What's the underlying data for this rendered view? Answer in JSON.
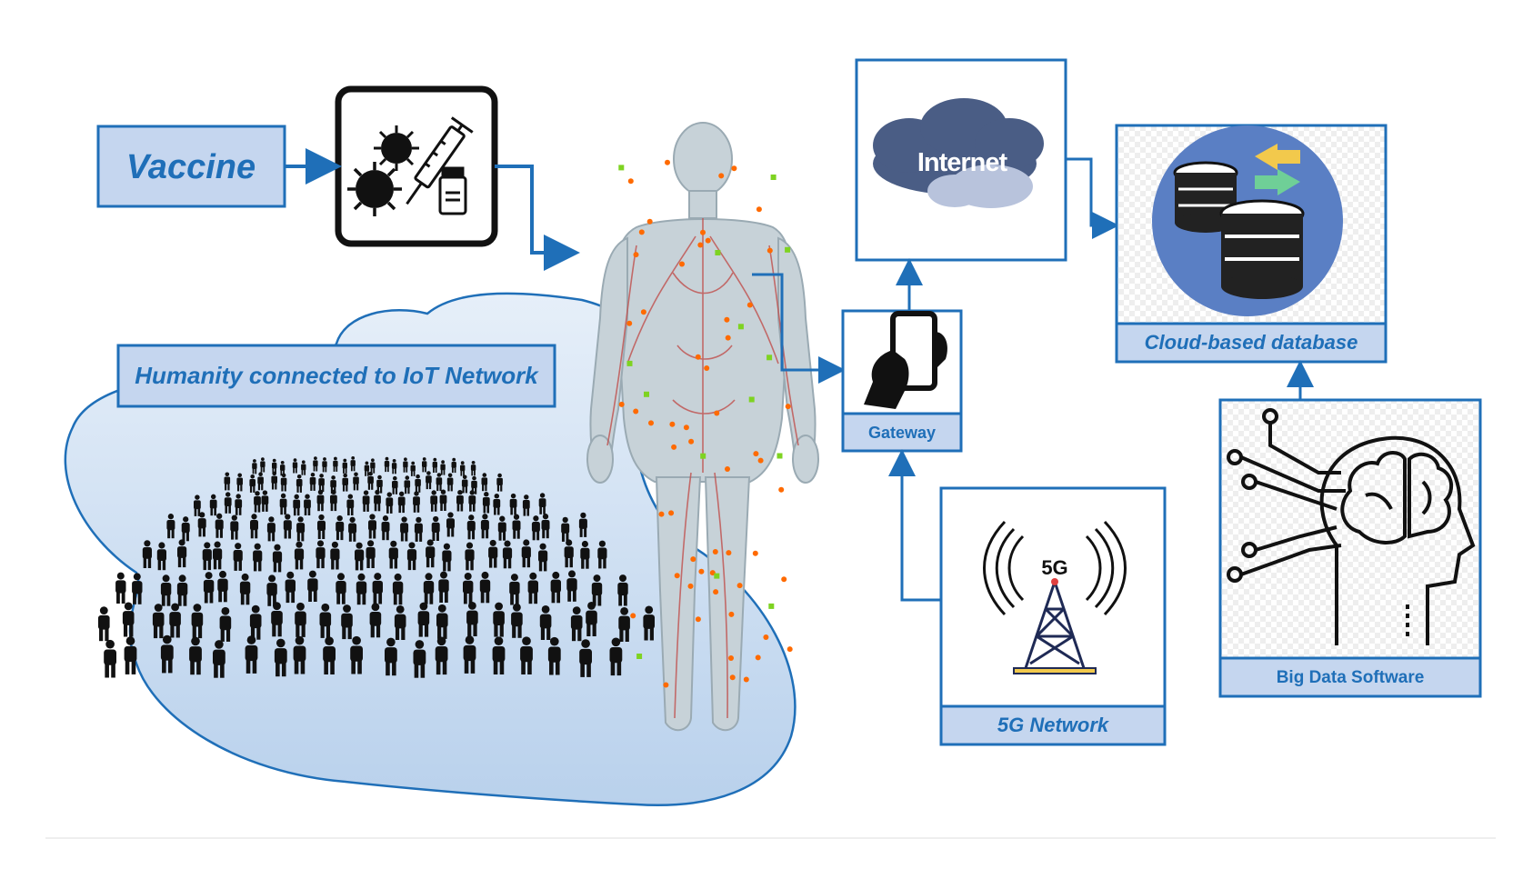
{
  "labels": {
    "vaccine": "Vaccine",
    "humanity": "Humanity connected to IoT Network",
    "internet": "Internet",
    "gateway": "Gateway",
    "cloud_db": "Cloud-based database",
    "network_5g": "5G Network",
    "big_data": "Big Data Software",
    "tower_5g": "5G"
  },
  "colors": {
    "accent": "#1f6fb8",
    "label_fill": "#c5d6ef",
    "blob_fill": "#cfe0f3",
    "db_circle": "#5a7fc4"
  },
  "icons": [
    "virus-icon",
    "syringe-icon",
    "vial-icon",
    "crowd-icon",
    "human-body-icon",
    "smartphone-icon",
    "cloud-icon",
    "database-icon",
    "5g-tower-icon",
    "ai-brain-icon"
  ]
}
